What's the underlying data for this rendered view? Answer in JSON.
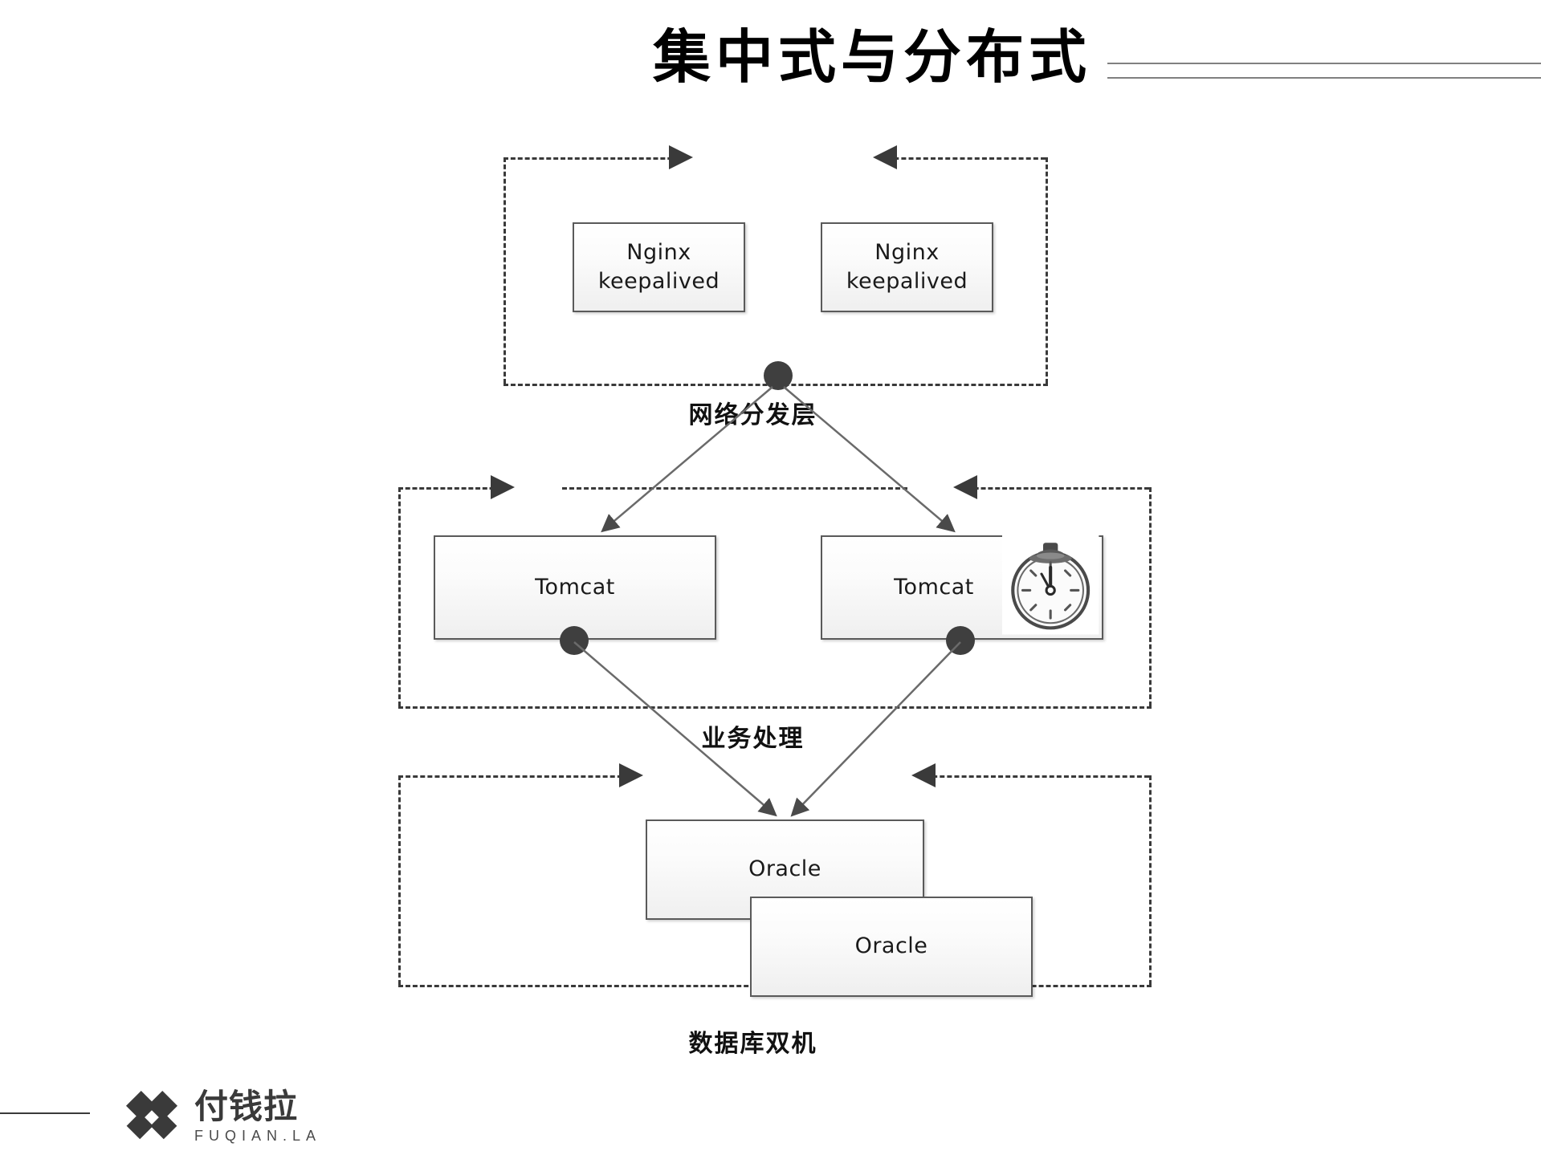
{
  "slide": {
    "title": "集中式与分布式",
    "background_color": "#ffffff"
  },
  "diagram": {
    "layers": [
      {
        "id": "network-distribution",
        "caption": "网络分发层",
        "nodes": [
          {
            "id": "nginx-keepalived-1",
            "label": "Nginx\nkeepalived",
            "line1": "Nginx",
            "line2": "keepalived"
          },
          {
            "id": "nginx-keepalived-2",
            "label": "Nginx\nkeepalived",
            "line1": "Nginx",
            "line2": "keepalived"
          }
        ]
      },
      {
        "id": "business-processing",
        "caption": "业务处理",
        "nodes": [
          {
            "id": "tomcat-1",
            "label": "Tomcat"
          },
          {
            "id": "tomcat-2",
            "label": "Tomcat",
            "badge_icon": "stopwatch-icon"
          }
        ]
      },
      {
        "id": "database-dual",
        "caption": "数据库双机",
        "nodes": [
          {
            "id": "oracle-1",
            "label": "Oracle"
          },
          {
            "id": "oracle-2",
            "label": "Oracle"
          }
        ]
      }
    ],
    "colors": {
      "dashed_border": "#3a3a3a",
      "node_border": "#5a5a5a",
      "node_fill_top": "#ffffff",
      "node_fill_bottom": "#efefef",
      "connector": "#5a5a5a",
      "dot": "#3f3f3f",
      "text": "#1a1a1a"
    }
  },
  "footer": {
    "logo": {
      "mark_icon": "diamond-cluster-icon",
      "name_cn": "付钱拉",
      "name_en": "FUQIAN.LA"
    }
  }
}
